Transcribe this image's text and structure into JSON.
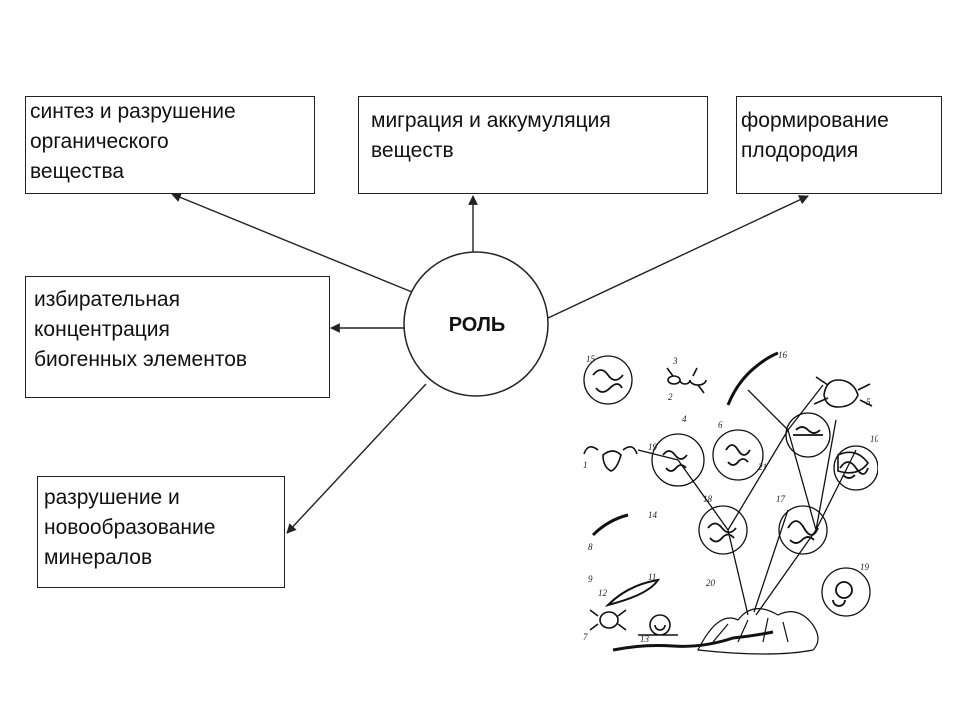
{
  "center": {
    "label": "РОЛЬ"
  },
  "roles": [
    {
      "id": "b1",
      "text": "синтез и разрушение\nорганического\nвещества"
    },
    {
      "id": "b2",
      "text": "миграция и аккумуляция\nвеществ"
    },
    {
      "id": "b3",
      "text": "формирование\nплодородия"
    },
    {
      "id": "b4",
      "text": "избирательная\nконцентрация\nбиогенных элементов"
    },
    {
      "id": "b5",
      "text": "разрушение и\nновообразование\nминералов"
    }
  ],
  "illustration": {
    "icon": "soil-organisms-food-web-illustration",
    "numbers": [
      "15",
      "3",
      "16",
      "2",
      "4",
      "6",
      "5",
      "1",
      "19",
      "18",
      "21",
      "17",
      "10",
      "11",
      "7",
      "20",
      "9",
      "8",
      "14",
      "12",
      "13",
      "19"
    ]
  },
  "colors": {
    "stroke": "#222222",
    "background": "#ffffff"
  }
}
